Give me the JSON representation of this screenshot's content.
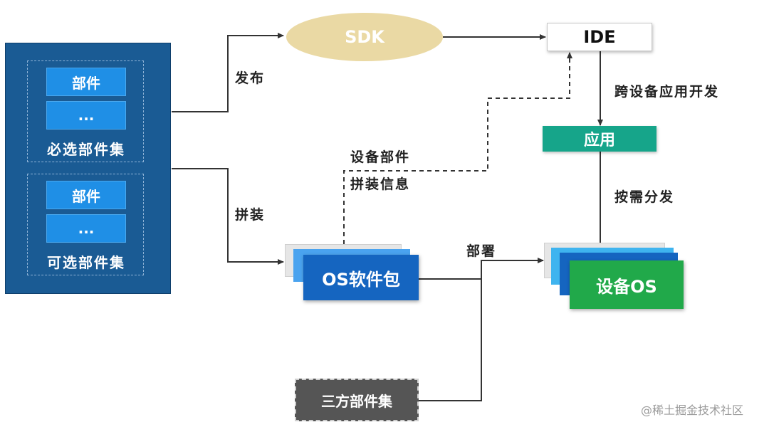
{
  "left_panel": {
    "required_group": {
      "component": "部件",
      "ellipsis": "...",
      "title": "必选部件集"
    },
    "optional_group": {
      "component": "部件",
      "ellipsis": "...",
      "title": "可选部件集"
    }
  },
  "nodes": {
    "sdk": "SDK",
    "ide": "IDE",
    "app": "应用",
    "os_package": "OS软件包",
    "device_os": "设备OS",
    "third_party": "三方部件集"
  },
  "edge_labels": {
    "publish": "发布",
    "assemble": "拼装",
    "device_info_line1": "设备部件",
    "device_info_line2": "拼装信息",
    "cross_device": "跨设备应用开发",
    "on_demand": "按需分发",
    "deploy": "部署"
  },
  "watermark": "@稀土掘金技术社区",
  "colors": {
    "panel": "#1a5b94",
    "component": "#1f8fe6",
    "sdk": "#ead9a4",
    "app": "#16a58a",
    "os_package": "#1565c0",
    "device_os": "#21a94a",
    "third_party": "#555555"
  }
}
